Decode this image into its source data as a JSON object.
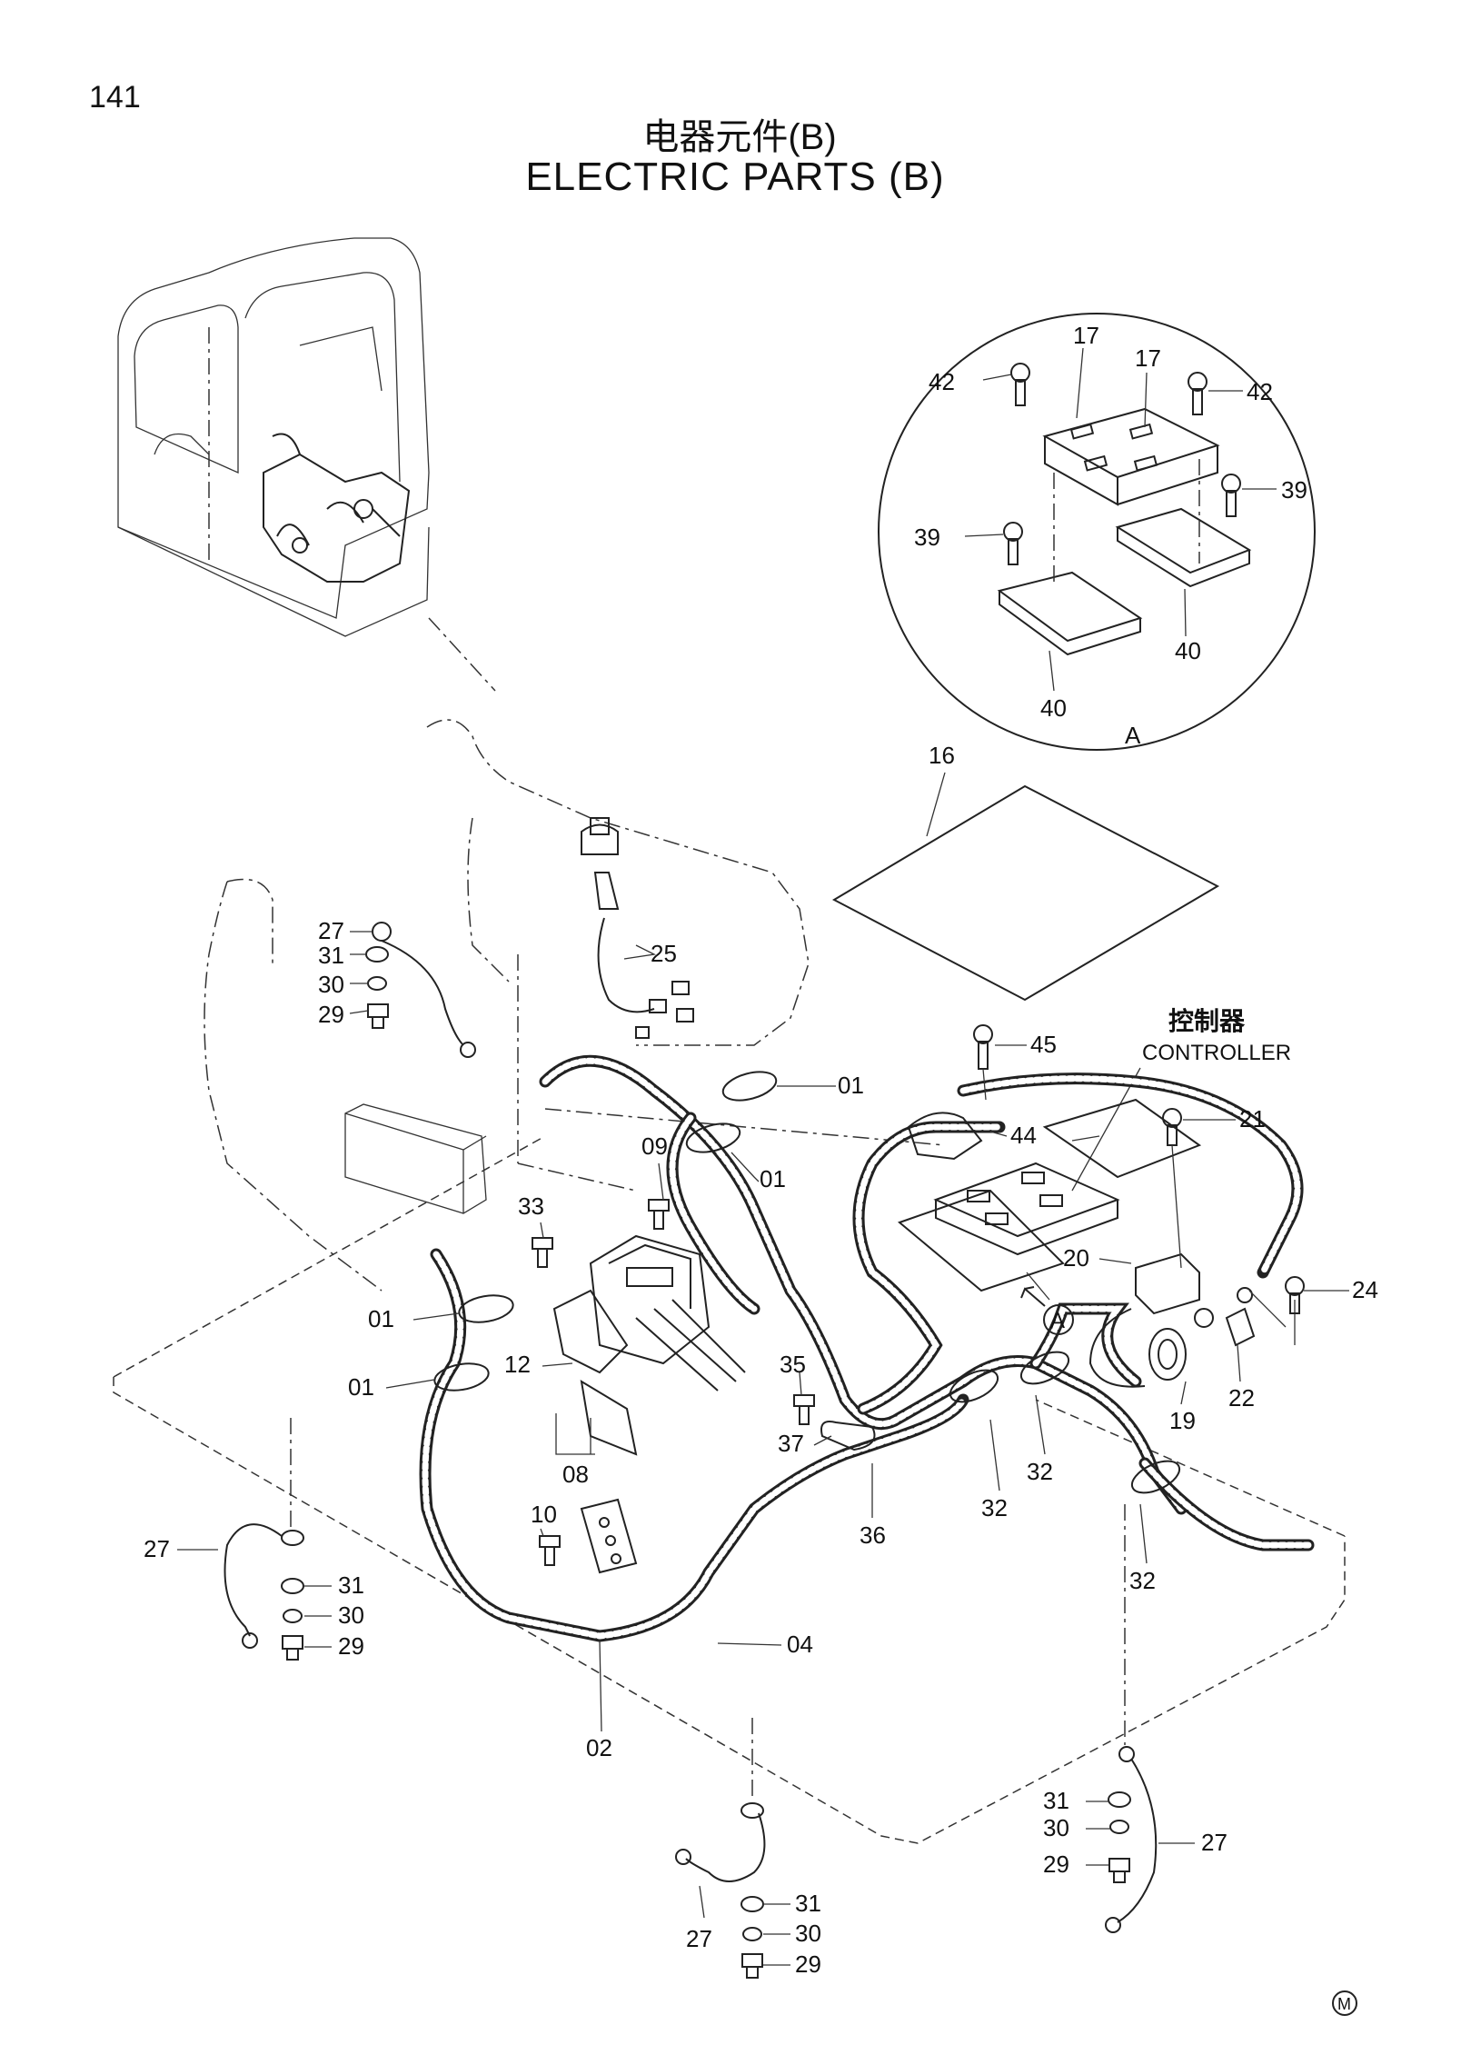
{
  "page_number": "141",
  "title_cn": "电器元件(B)",
  "title_en": "ELECTRIC  PARTS  (B)",
  "detail_label": "A",
  "controller": {
    "label_cn": "控制器",
    "label_en": "CONTROLLER"
  },
  "callouts": {
    "c17a": "17",
    "c17b": "17",
    "c42a": "42",
    "c42b": "42",
    "c39a": "39",
    "c39b": "39",
    "c40a": "40",
    "c40b": "40",
    "c16": "16",
    "c25": "25",
    "c27a": "27",
    "c31a": "31",
    "c30a": "30",
    "c29a": "29",
    "c01a": "01",
    "c01b": "01",
    "c01c": "01",
    "c01d": "01",
    "c09": "09",
    "c33": "33",
    "c45": "45",
    "c44": "44",
    "c21": "21",
    "c20": "20",
    "c24": "24",
    "c19": "19",
    "c22": "22",
    "c12": "12",
    "c08": "08",
    "c35": "35",
    "c37": "37",
    "c32a": "32",
    "c32b": "32",
    "c32c": "32",
    "c36": "36",
    "c10": "10",
    "c04": "04",
    "c02": "02",
    "c27b": "27",
    "c31b": "31",
    "c30b": "30",
    "c29b": "29",
    "c31c": "31",
    "c30c": "30",
    "c29c": "29",
    "c27c": "27",
    "c31d": "31",
    "c30d": "30",
    "c29d": "29",
    "c27d": "27",
    "circleA": "A"
  },
  "footer_mark": "M"
}
